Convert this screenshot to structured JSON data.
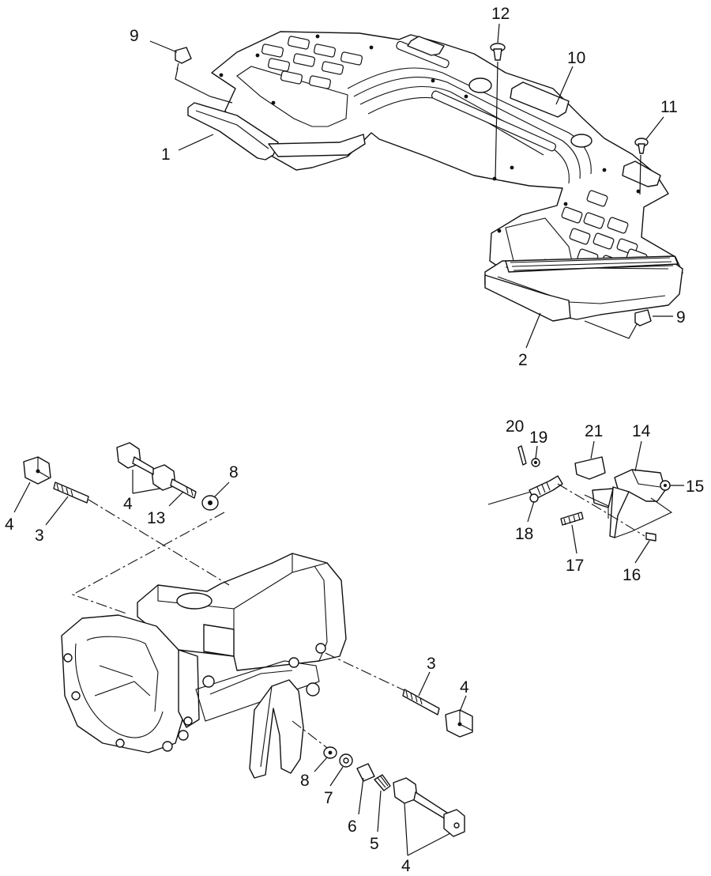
{
  "diagram": {
    "callouts": [
      {
        "id": "c9a",
        "text": "9"
      },
      {
        "id": "c1",
        "text": "1"
      },
      {
        "id": "c12",
        "text": "12"
      },
      {
        "id": "c10",
        "text": "10"
      },
      {
        "id": "c11",
        "text": "11"
      },
      {
        "id": "c9b",
        "text": "9"
      },
      {
        "id": "c2",
        "text": "2"
      },
      {
        "id": "c4a",
        "text": "4"
      },
      {
        "id": "c3a",
        "text": "3"
      },
      {
        "id": "c4b",
        "text": "4"
      },
      {
        "id": "c13",
        "text": "13"
      },
      {
        "id": "c8a",
        "text": "8"
      },
      {
        "id": "c20",
        "text": "20"
      },
      {
        "id": "c19",
        "text": "19"
      },
      {
        "id": "c21",
        "text": "21"
      },
      {
        "id": "c14",
        "text": "14"
      },
      {
        "id": "c15",
        "text": "15"
      },
      {
        "id": "c18",
        "text": "18"
      },
      {
        "id": "c17",
        "text": "17"
      },
      {
        "id": "c16",
        "text": "16"
      },
      {
        "id": "c3b",
        "text": "3"
      },
      {
        "id": "c4c",
        "text": "4"
      },
      {
        "id": "c8b",
        "text": "8"
      },
      {
        "id": "c7",
        "text": "7"
      },
      {
        "id": "c6",
        "text": "6"
      },
      {
        "id": "c5",
        "text": "5"
      },
      {
        "id": "c4d",
        "text": "4"
      }
    ]
  }
}
